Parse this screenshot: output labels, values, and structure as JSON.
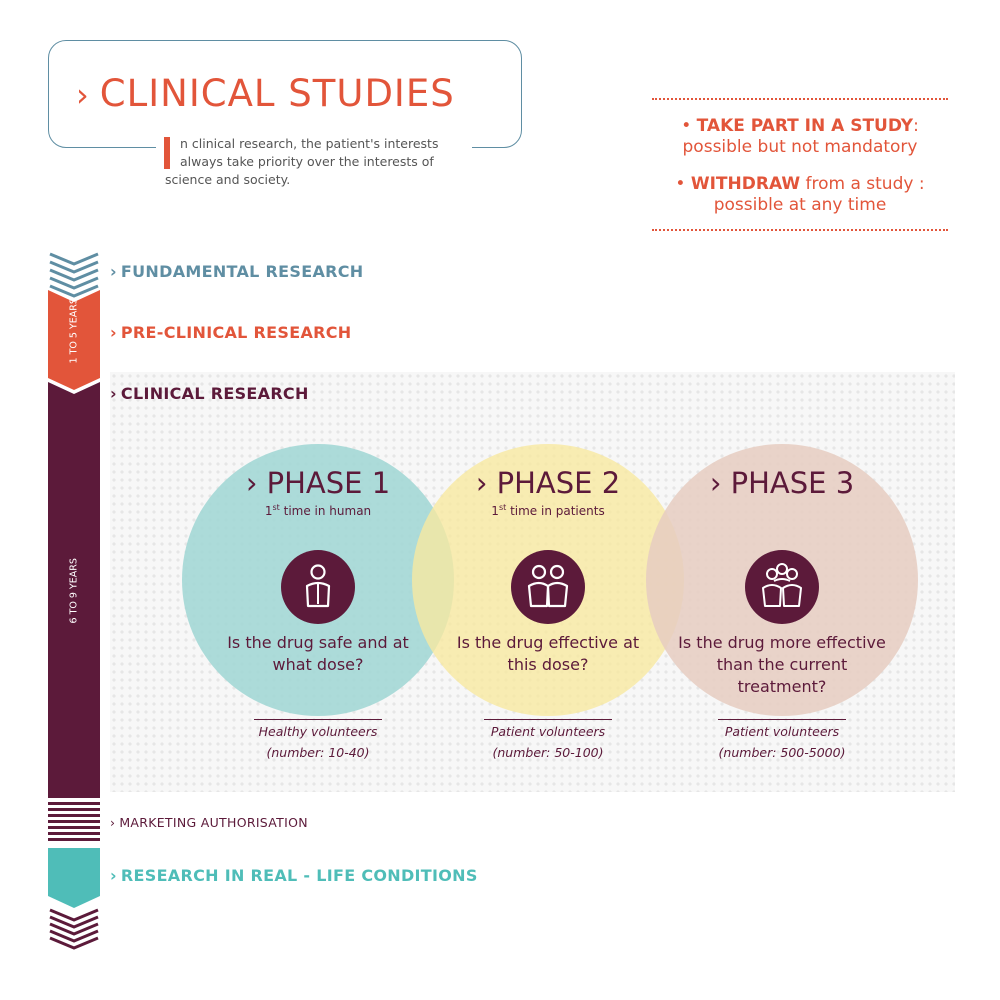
{
  "title": {
    "chevron": "›",
    "text": "CLINICAL STUDIES"
  },
  "intro": {
    "line1": "n clinical research, the patient's interests",
    "line2": "always take priority over the interests of",
    "line3": "science and society."
  },
  "rights": {
    "item1_bullet": "• ",
    "item1_bold": "TAKE PART IN A STUDY",
    "item1_rest": ":",
    "item1_line2": "possible but not mandatory",
    "item2_bullet": "• ",
    "item2_bold": "WITHDRAW",
    "item2_rest": " from a study :",
    "item2_line2": "possible at any time"
  },
  "timeline": {
    "label_top": "1 TO 5 YEARS",
    "label_mid": "6 TO 9 YEARS"
  },
  "steps": [
    {
      "chevron": "›",
      "label": "FUNDAMENTAL RESEARCH",
      "color": "#5f8ea3"
    },
    {
      "chevron": "›",
      "label": "PRE-CLINICAL RESEARCH",
      "color": "#e2553a"
    },
    {
      "chevron": "›",
      "label": "CLINICAL RESEARCH",
      "color": "#5c1a3a"
    },
    {
      "chevron": "›",
      "label": "MARKETING AUTHORISATION",
      "color": "#5c1a3a"
    },
    {
      "chevron": "›",
      "label": "RESEARCH IN REAL - LIFE CONDITIONS",
      "color": "#4fbdb8"
    }
  ],
  "phases": [
    {
      "title": "› PHASE 1",
      "sub_prefix": "1",
      "sub_sup": "st",
      "sub_rest": " time in human",
      "question_l1": "Is the drug safe and at",
      "question_l2": "what dose?",
      "question_l3": "",
      "volunteers": "Healthy volunteers",
      "number": "(number: 10-40)",
      "icon": "single-person-icon",
      "color": "#9fd6d3"
    },
    {
      "title": "› PHASE 2",
      "sub_prefix": "1",
      "sub_sup": "st",
      "sub_rest": " time in patients",
      "question_l1": "Is the drug effective at",
      "question_l2": "this dose?",
      "question_l3": "",
      "volunteers": "Patient volunteers",
      "number": "(number: 50-100)",
      "icon": "two-people-icon",
      "color": "#f8e9a0"
    },
    {
      "title": "› PHASE 3",
      "sub_prefix": "",
      "sub_sup": "",
      "sub_rest": "",
      "question_l1": "Is the drug more effective",
      "question_l2": "than the current",
      "question_l3": "treatment?",
      "volunteers": "Patient volunteers",
      "number": "(number: 500-5000)",
      "icon": "group-of-people-icon",
      "color": "#e6cdc1"
    }
  ],
  "colors": {
    "orange": "#e2553a",
    "blue": "#5f8ea3",
    "maroon": "#5c1a3a",
    "teal": "#4fbdb8"
  }
}
